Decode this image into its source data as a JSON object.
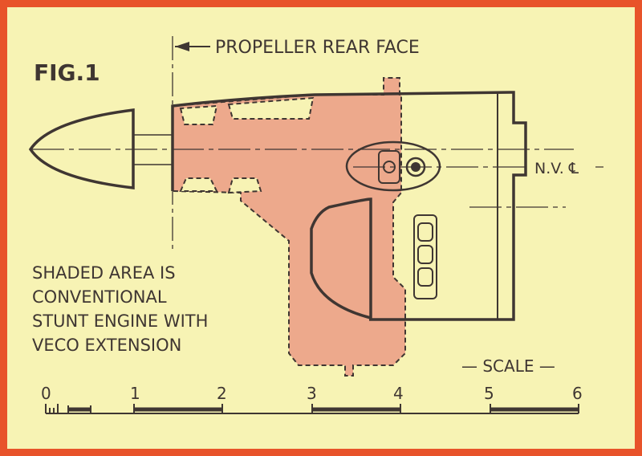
{
  "figure": {
    "title": "FIG.1",
    "propeller_label": "PROPELLER REAR FACE",
    "centerline_label": "N.V. ℄",
    "note_lines": [
      "SHADED AREA IS",
      "CONVENTIONAL",
      "STUNT ENGINE WITH",
      "VECO EXTENSION"
    ],
    "scale": {
      "title": "— SCALE —",
      "ticks": [
        "0",
        "1",
        "2",
        "3",
        "4",
        "5",
        "6"
      ]
    }
  },
  "colors": {
    "frame": "#e8532a",
    "paper": "#f7f3b4",
    "shading": "#eda98c",
    "ink": "#3f3632"
  }
}
